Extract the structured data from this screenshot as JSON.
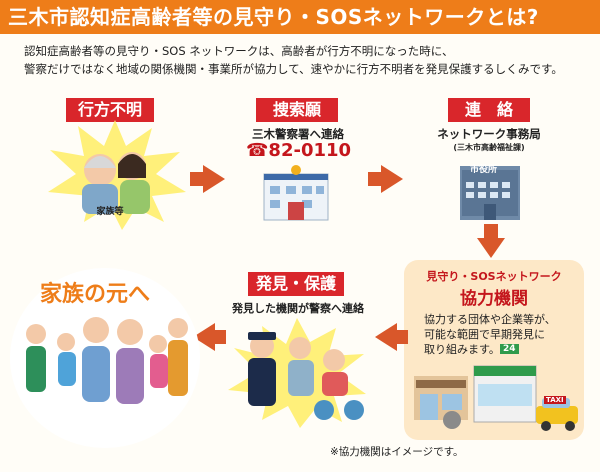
{
  "title": "三木市認知症高齢者等の見守り・SOSネットワークとは?",
  "intro": {
    "line1": "認知症高齢者等の見守り・SOS ネットワークは、高齢者が行方不明になった時に、",
    "line2": "警察だけではなく地域の関係機関・事業所が協力して、速やかに行方不明者を発見保護するしくみです。"
  },
  "step_missing": {
    "label": "行方不明",
    "caption": "家族等"
  },
  "step_search": {
    "label": "捜索願",
    "line1": "三木警察署へ連絡",
    "phone": "☎82-0110"
  },
  "step_contact": {
    "label": "連　絡",
    "line1": "ネットワーク事務局",
    "line2": "(三木市高齢福祉課)",
    "sign": "市役所"
  },
  "step_coop": {
    "head": "見守り・SOSネットワーク",
    "label": "協力機関",
    "body1": "協力する団体や企業等が、",
    "body2": "可能な範囲で早期発見に",
    "body3": "取り組みます。",
    "store_sign": "24",
    "taxi_sign": "TAXI"
  },
  "step_found": {
    "label": "発見・保護",
    "caption": "発見した機関が警察へ連絡"
  },
  "step_family": {
    "label": "家族の元へ"
  },
  "footnote": "※協力機関はイメージです。",
  "colors": {
    "accent": "#ee7d19",
    "label_red": "#d9262b",
    "arrow": "#d9572a",
    "coop_bg": "#fde8c7"
  }
}
